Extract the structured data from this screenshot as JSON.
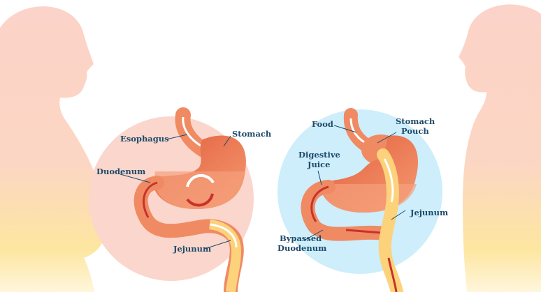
{
  "colors": {
    "silhouette_top": "#fcd3c8",
    "silhouette_bottom": "#fde6a0",
    "before_circle": "#fbd6cc",
    "after_circle": "#cdeefa",
    "stomach": "#f08a63",
    "stomach_dark": "#e0643f",
    "jejunum": "#fcd27a",
    "arrow_red": "#c8322a",
    "label": "#1d4a6a"
  },
  "before": {
    "labels": {
      "esophagus": "Esophagus",
      "stomach": "Stomach",
      "duodenum": "Duodenum",
      "jejunum": "Jejunum"
    }
  },
  "after": {
    "labels": {
      "food": "Food",
      "stomach_pouch_line1": "Stomach",
      "stomach_pouch_line2": "Pouch",
      "digestive_juice_line1": "Digestive",
      "digestive_juice_line2": "Juice",
      "jejunum": "Jejunum",
      "bypassed_duodenum_line1": "Bypassed",
      "bypassed_duodenum_line2": "Duodenum"
    }
  }
}
